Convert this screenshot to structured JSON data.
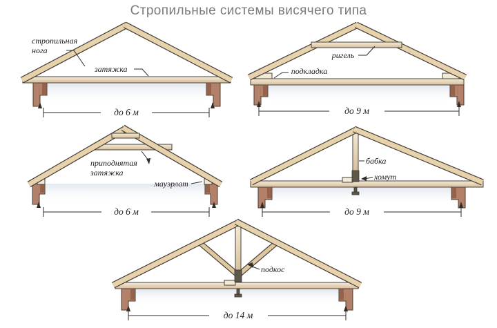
{
  "title": "Стропильные системы висячего типа",
  "colors": {
    "title_gray": "#7b7b7b",
    "wood_light": "#f3ebd9",
    "wood_dark": "#d8bf9b",
    "post_brown": "#b3806a",
    "outline": "#47413a"
  },
  "trusses": [
    {
      "id": "truss-simple-tie",
      "span": "до 6 м",
      "labels": {
        "rafter_line1": "стропильная",
        "rafter_line2": "нога",
        "tie": "затяжка"
      }
    },
    {
      "id": "truss-collar",
      "span": "до 9 м",
      "labels": {
        "collar": "ригель",
        "pad": "подкладка"
      }
    },
    {
      "id": "truss-raised-tie",
      "span": "до 6 м",
      "labels": {
        "raised_tie_line1": "приподнятая",
        "raised_tie_line2": "затяжка",
        "wall_plate": "мауэрлат"
      }
    },
    {
      "id": "truss-king-post",
      "span": "до 9 м",
      "labels": {
        "king_post": "бабка",
        "clamp": "хомут"
      }
    },
    {
      "id": "truss-struts",
      "span": "до 14 м",
      "labels": {
        "strut": "подкос"
      }
    }
  ]
}
